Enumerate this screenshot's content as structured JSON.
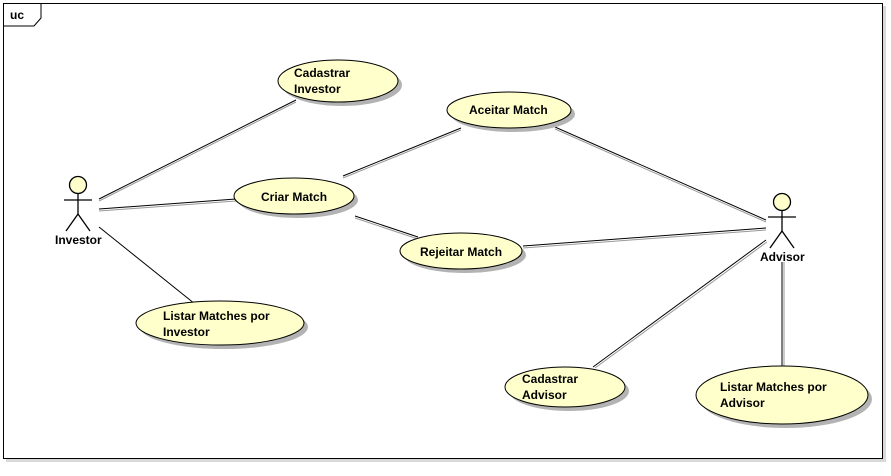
{
  "frame": {
    "label": "uc"
  },
  "colors": {
    "usecase_fill": "#ffffcc",
    "line": "#000000",
    "shadow": "#b3b3b3",
    "background": "#ffffff"
  },
  "actors": {
    "investor": {
      "name": "Investor"
    },
    "advisor": {
      "name": "Advisor"
    }
  },
  "usecases": {
    "cadastrar_investor": [
      "Cadastrar",
      "Investor"
    ],
    "criar_match": [
      "Criar Match"
    ],
    "aceitar_match": [
      "Aceitar Match"
    ],
    "rejeitar_match": [
      "Rejeitar Match"
    ],
    "listar_matches_investor": [
      "Listar Matches por",
      "Investor"
    ],
    "cadastrar_advisor": [
      "Cadastrar",
      "Advisor"
    ],
    "listar_matches_advisor": [
      "Listar Matches por",
      "Advisor"
    ]
  }
}
